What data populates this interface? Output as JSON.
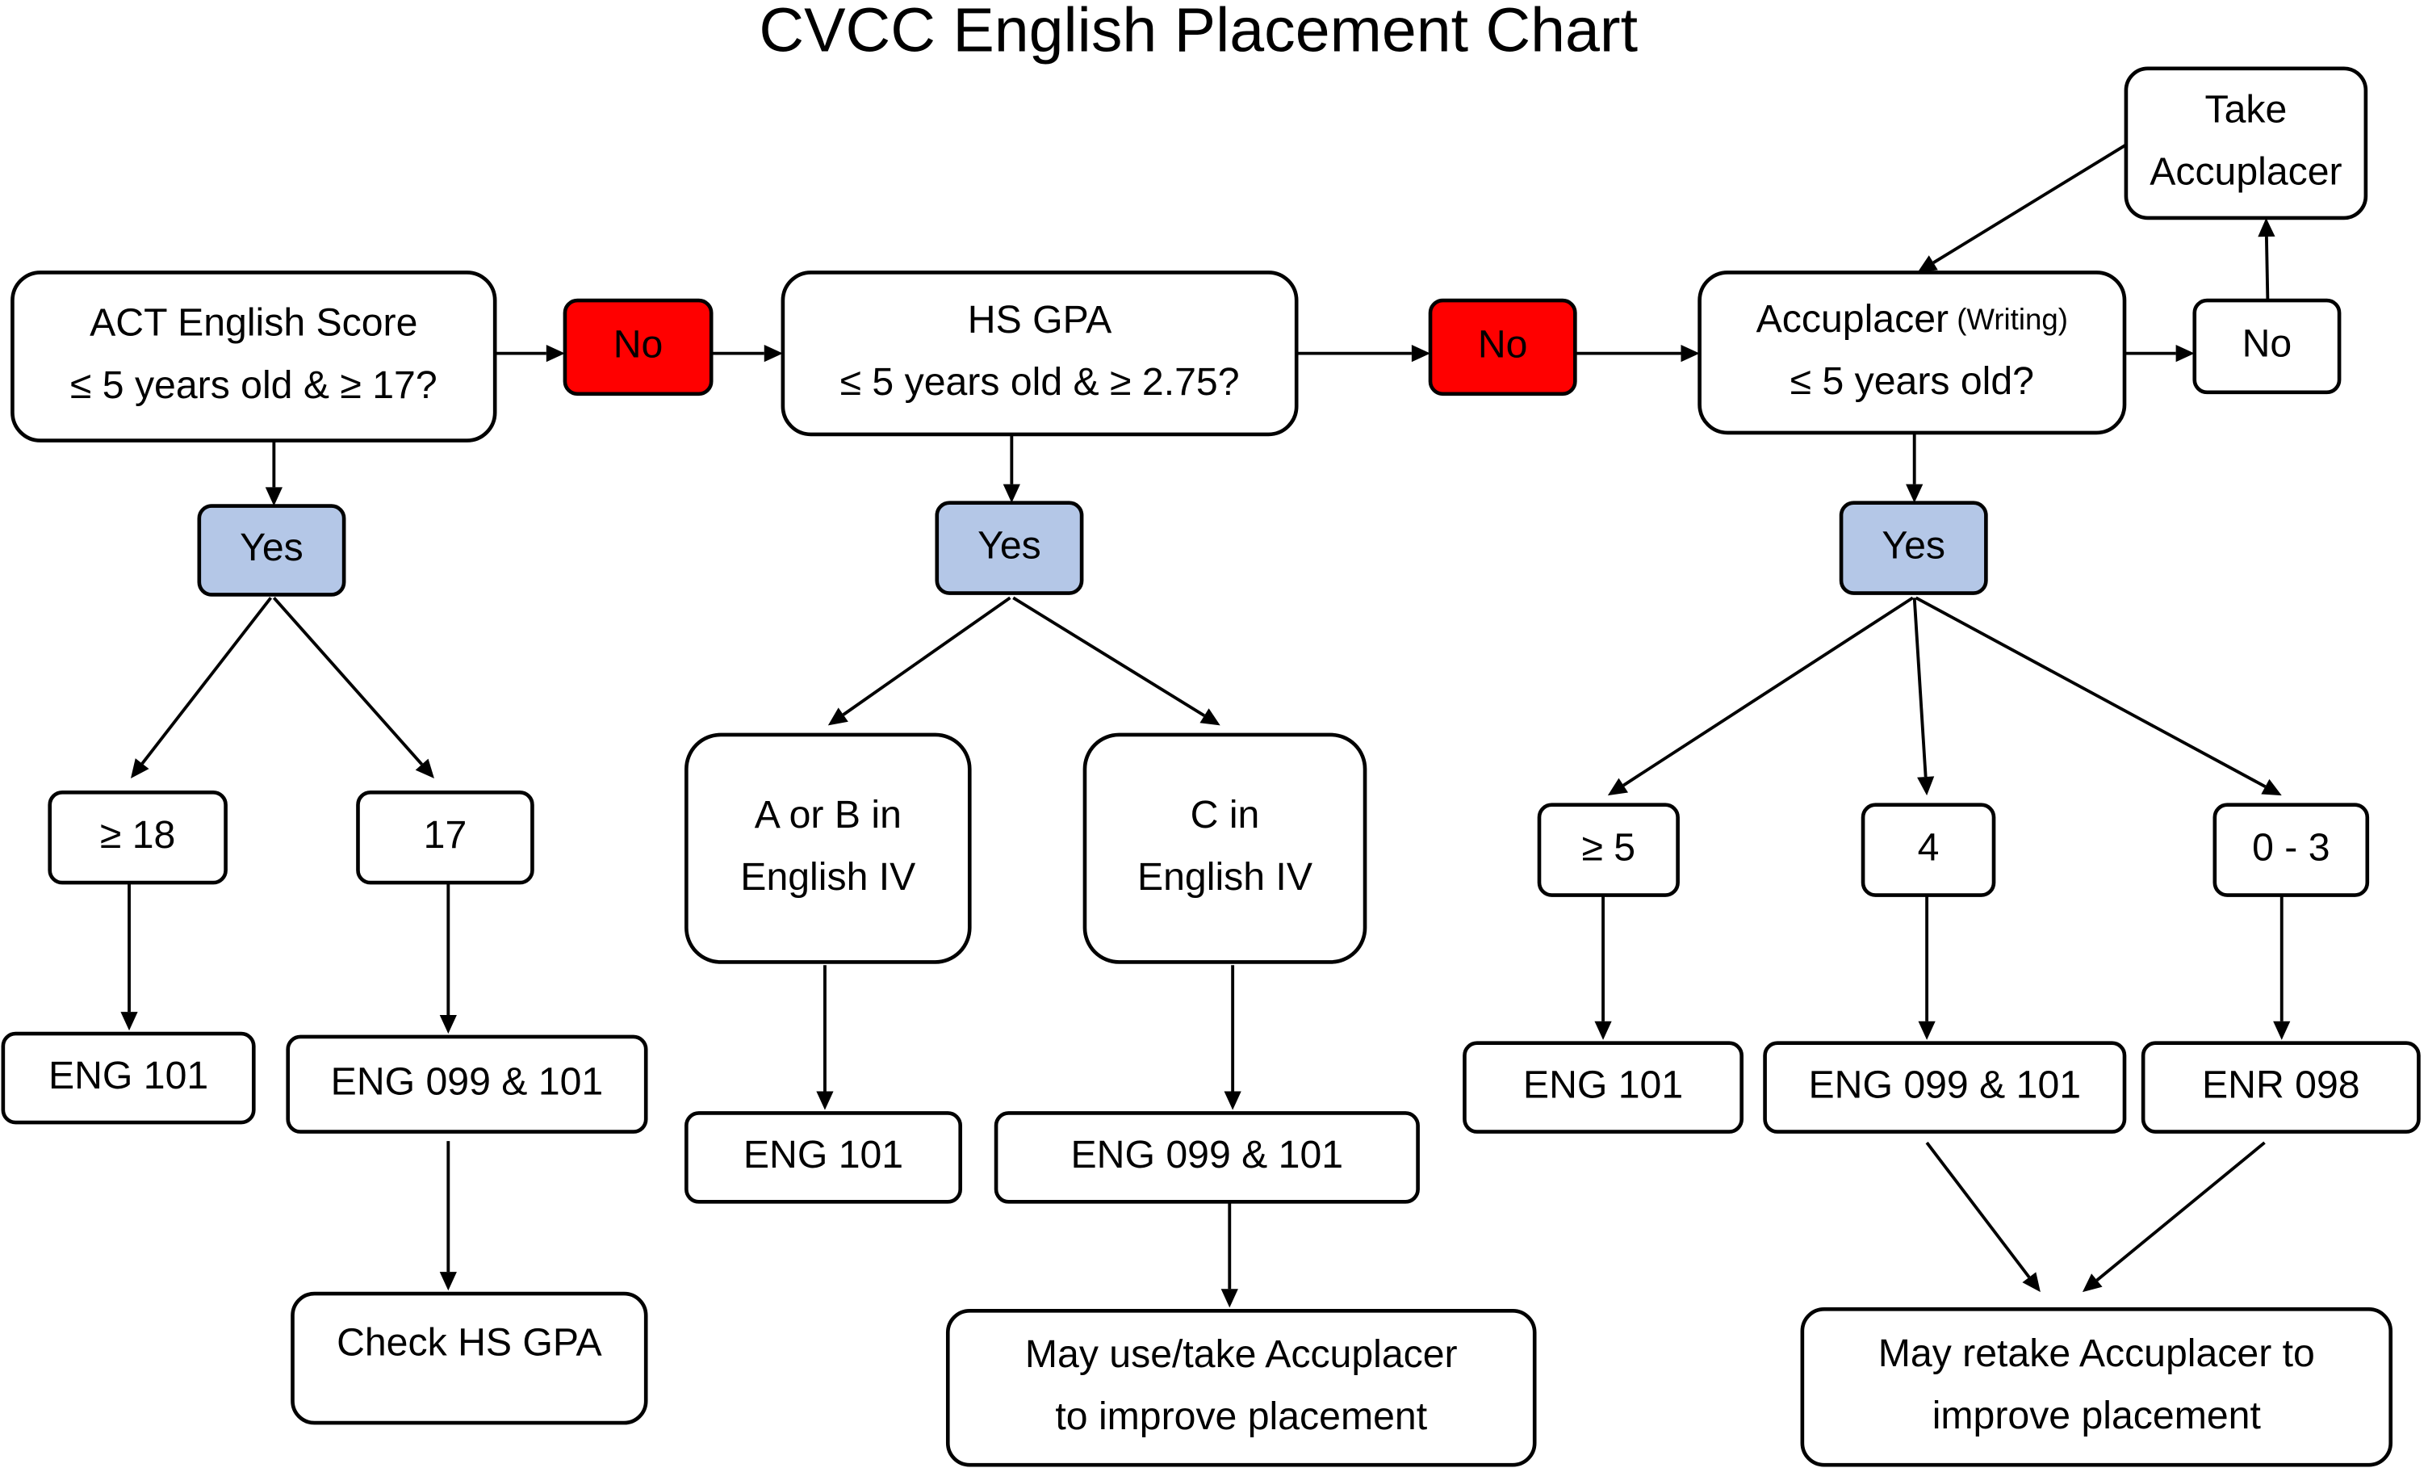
{
  "title": "CVCC English Placement Chart",
  "colors": {
    "no_fill": "#FF0000",
    "yes_fill": "#B4C7E7",
    "default_fill": "#FFFFFF",
    "stroke": "#000000"
  },
  "nodes": {
    "act": {
      "lines": [
        "ACT English Score",
        "≤ 5 years old & ≥ 17?"
      ],
      "kind": "default"
    },
    "no1": {
      "lines": [
        "No"
      ],
      "kind": "no"
    },
    "hsgpa": {
      "lines": [
        "HS GPA",
        "≤ 5 years old & ≥ 2.75?"
      ],
      "kind": "default"
    },
    "no2": {
      "lines": [
        "No"
      ],
      "kind": "no"
    },
    "accu": {
      "lines": [
        "Accuplacer",
        "≤ 5 years old?"
      ],
      "suffix": "(Writing)",
      "kind": "default"
    },
    "no3": {
      "lines": [
        "No"
      ],
      "kind": "default"
    },
    "take": {
      "lines": [
        "Take",
        "Accuplacer"
      ],
      "kind": "default"
    },
    "yes1": {
      "lines": [
        "Yes"
      ],
      "kind": "yes"
    },
    "yes2": {
      "lines": [
        "Yes"
      ],
      "kind": "yes"
    },
    "yes3": {
      "lines": [
        "Yes"
      ],
      "kind": "yes"
    },
    "ge18": {
      "lines": [
        "≥ 18"
      ],
      "kind": "default"
    },
    "s17": {
      "lines": [
        "17"
      ],
      "kind": "default"
    },
    "aorb": {
      "lines": [
        "A or B in",
        "English IV"
      ],
      "kind": "default"
    },
    "cin": {
      "lines": [
        "C in",
        "English IV"
      ],
      "kind": "default"
    },
    "ge5": {
      "lines": [
        "≥ 5"
      ],
      "kind": "default"
    },
    "s4": {
      "lines": [
        "4"
      ],
      "kind": "default"
    },
    "s03": {
      "lines": [
        "0 - 3"
      ],
      "kind": "default"
    },
    "eng101a": {
      "lines": [
        "ENG 101"
      ],
      "kind": "default"
    },
    "eng099a": {
      "lines": [
        "ENG 099 & 101"
      ],
      "kind": "default"
    },
    "checkgpa": {
      "lines": [
        "Check HS GPA"
      ],
      "kind": "default"
    },
    "eng101b": {
      "lines": [
        "ENG 101"
      ],
      "kind": "default"
    },
    "eng099b": {
      "lines": [
        "ENG 099 & 101"
      ],
      "kind": "default"
    },
    "mayuse": {
      "lines": [
        "May use/take Accuplacer",
        "to improve placement"
      ],
      "kind": "default"
    },
    "eng101c": {
      "lines": [
        "ENG 101"
      ],
      "kind": "default"
    },
    "eng099c": {
      "lines": [
        "ENG 099 & 101"
      ],
      "kind": "default"
    },
    "enr098": {
      "lines": [
        "ENR 098"
      ],
      "kind": "default"
    },
    "mayretake": {
      "lines": [
        "May retake Accuplacer to",
        "improve placement"
      ],
      "kind": "default"
    }
  },
  "edges": [
    {
      "from": "act",
      "to": "no1"
    },
    {
      "from": "no1",
      "to": "hsgpa"
    },
    {
      "from": "hsgpa",
      "to": "no2"
    },
    {
      "from": "no2",
      "to": "accu"
    },
    {
      "from": "accu",
      "to": "no3"
    },
    {
      "from": "no3",
      "to": "take"
    },
    {
      "from": "take",
      "to": "accu"
    },
    {
      "from": "act",
      "to": "yes1"
    },
    {
      "from": "hsgpa",
      "to": "yes2"
    },
    {
      "from": "accu",
      "to": "yes3"
    },
    {
      "from": "yes1",
      "to": "ge18"
    },
    {
      "from": "yes1",
      "to": "s17"
    },
    {
      "from": "yes2",
      "to": "aorb"
    },
    {
      "from": "yes2",
      "to": "cin"
    },
    {
      "from": "yes3",
      "to": "ge5"
    },
    {
      "from": "yes3",
      "to": "s4"
    },
    {
      "from": "yes3",
      "to": "s03"
    },
    {
      "from": "ge18",
      "to": "eng101a"
    },
    {
      "from": "s17",
      "to": "eng099a"
    },
    {
      "from": "eng099a",
      "to": "checkgpa"
    },
    {
      "from": "aorb",
      "to": "eng101b"
    },
    {
      "from": "cin",
      "to": "eng099b"
    },
    {
      "from": "eng099b",
      "to": "mayuse"
    },
    {
      "from": "ge5",
      "to": "eng101c"
    },
    {
      "from": "s4",
      "to": "eng099c"
    },
    {
      "from": "s03",
      "to": "enr098"
    },
    {
      "from": "eng099c",
      "to": "mayretake"
    },
    {
      "from": "enr098",
      "to": "mayretake"
    }
  ]
}
